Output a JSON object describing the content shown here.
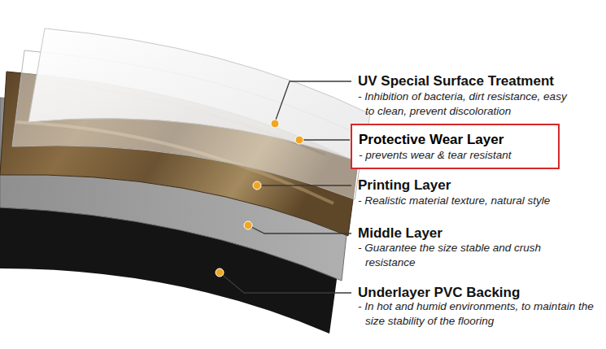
{
  "diagram": {
    "nodes": [
      {
        "text": [
          "Protective Wear Layer",
          "- prevents wear & tear resistant"
        ]
      }
    ],
    "labels": [
      "UV Special Surface Treatment",
      "- Inhibition of bacteria, dirt resistance, easy to clean, prevent discoloration",
      "Printing Layer",
      "- Realistic material texture, natural style",
      "Middle Layer",
      "- Guarantee the size stable and crush resistance",
      "Underlayer PVC Backing",
      "- In hot and humid environments, to maintain the size stability of the flooring"
    ]
  }
}
